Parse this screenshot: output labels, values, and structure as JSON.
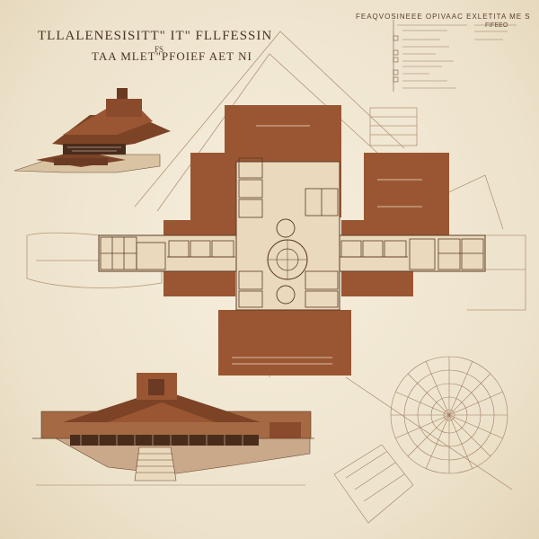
{
  "sheet": {
    "title": "TLLALENESISITT\" IT\" FLLFESSIN",
    "subtitle_mark": "FS",
    "subtitle": "TAA MLET\"PFOIEF AET NI",
    "legend_heading": "FEAQVOSINEEE   OPIVAAC   EXLETITA  ME  S",
    "legend_code": "FIFEEO"
  },
  "colors": {
    "paper": "#efe6d3",
    "brown_fill": "#9a5632",
    "ink": "#5a3a26",
    "pale_fill": "#e9d9bd"
  }
}
